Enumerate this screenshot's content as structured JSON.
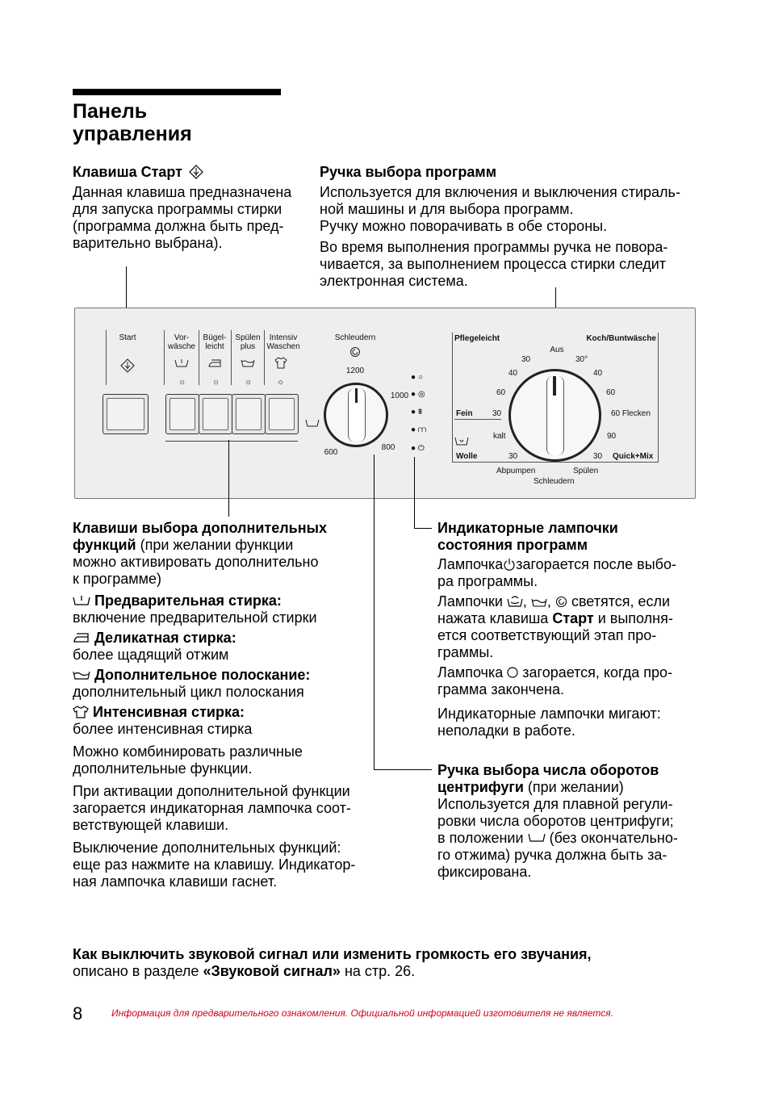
{
  "title": {
    "line1": "Панель",
    "line2": "управления"
  },
  "start_key": {
    "heading": "Клавиша Старт",
    "icon": "start-diamond-icon",
    "lines": [
      "Данная клавиша предназначена",
      "для запуска программы стирки",
      "(программа должна быть пред-",
      "варительно выбрана)."
    ]
  },
  "program_knob": {
    "heading": "Ручка выбора программ",
    "lines": [
      "Используется для включения и выключения стираль-",
      "ной машины и для выбора программ.",
      "Ручку можно поворачивать в обе стороны."
    ],
    "lines2": [
      "Во время выполнения программы ручка не повора-",
      "чивается, за выполнением процесса стирки следит",
      "электронная система."
    ]
  },
  "panel": {
    "start_label": "Start",
    "options": [
      "Vor-\nwäsche",
      "Bügel-\nleicht",
      "Spülen\nplus",
      "Intensiv\nWaschen"
    ],
    "schleudern_label": "Schleudern",
    "spin_values": [
      "1200",
      "1000",
      "800",
      "600"
    ],
    "pflegeleicht": "Pflegeleicht",
    "kochbunt": "Koch/Buntwäsche",
    "aus": "Aus",
    "temps_left": [
      "30",
      "40",
      "60",
      "30",
      "kalt",
      "30"
    ],
    "temps_right": [
      "30°",
      "40",
      "60",
      "60 Flecken",
      "90",
      "30"
    ],
    "fein": "Fein",
    "wolle": "Wolle",
    "quickmix": "Quick+Mix",
    "abpumpen": "Abpumpen",
    "spuelen": "Spülen",
    "schleudern_bottom": "Schleudern"
  },
  "options_section": {
    "heading_bold": "Клавиши выбора дополнительных",
    "heading_bold2": "функций",
    "heading_rest": " (при желании функции",
    "lines": [
      "можно активировать дополнительно",
      "к программе)"
    ],
    "items": [
      {
        "title": "Предварительная стирка:",
        "desc": "включение предварительной стирки",
        "icon": "prewash-icon"
      },
      {
        "title": "Деликатная стирка:",
        "desc": "более щадящий отжим",
        "icon": "iron-icon"
      },
      {
        "title": "Дополнительное полоскание:",
        "desc": "дополнительный цикл полоскания",
        "icon": "rinse-icon"
      },
      {
        "title": "Интенсивная стирка:",
        "desc": "более интенсивная стирка",
        "icon": "shirt-icon"
      }
    ],
    "combine": [
      "Можно комбинировать различные",
      "дополнительные функции."
    ],
    "activate": [
      "При активации дополнительной функции",
      "загорается индикаторная лампочка соот-",
      "ветствующей клавиши."
    ],
    "off": [
      "Выключение дополнительных функций:",
      "еще раз нажмите на клавишу. Индикатор-",
      "ная лампочка клавиши гаснет."
    ]
  },
  "indicators": {
    "heading": [
      "Индикаторные лампочки",
      "состояния программ"
    ],
    "p1a": "Лампочка",
    "p1b": "загорается после выбо-",
    "p1c": "ра программы.",
    "p2a": "Лампочки",
    "p2b": "светятся, если",
    "p2c_pre": "нажата клавиша ",
    "p2c_bold": "Старт",
    "p2c_post": " и выполня-",
    "p2d": "ется соответствующий этап про-",
    "p2e": "граммы.",
    "p3a": "Лампочка",
    "p3b": "загорается, когда про-",
    "p3c": "грамма закончена.",
    "p4": [
      "Индикаторные лампочки мигают:",
      "неполадки в работе."
    ]
  },
  "spin_knob": {
    "heading_bold": "Ручка выбора числа оборотов",
    "heading_bold2": "центрифуги",
    "heading_rest": " (при желании)",
    "lines": [
      "Используется для плавной регули-",
      "ровки числа оборотов центрифуги;"
    ],
    "l3a": "в положении",
    "l3b": "(без окончательно-",
    "lines2": [
      "го отжима) ручка должна быть за-",
      "фиксирована."
    ]
  },
  "footer": {
    "bold1": "Как выключить звуковой сигнал или изменить громкость его звучания,",
    "pre": "описано в разделе ",
    "bold2": "«Звуковой сигнал»",
    "post": " на стр. 26.",
    "page_number": "8",
    "disclaimer": "Информация для предварительного ознакомления. Официальной информацией изготовителя не является."
  }
}
